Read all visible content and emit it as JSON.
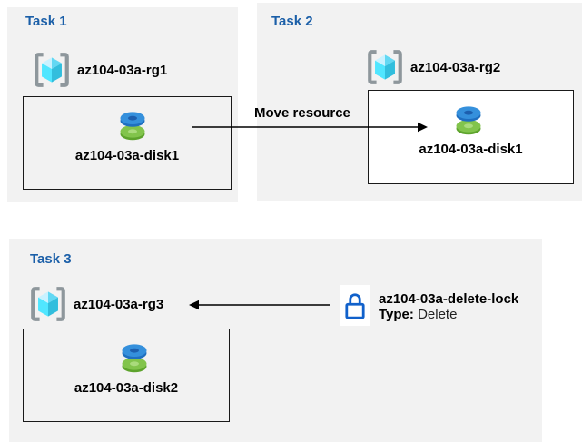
{
  "tasks": [
    {
      "title": "Task 1",
      "resource_group": {
        "name": "az104-03a-rg1",
        "icon": "resource-group-icon"
      },
      "resource": {
        "name": "az104-03a-disk1",
        "icon": "disk-icon"
      }
    },
    {
      "title": "Task 2",
      "resource_group": {
        "name": "az104-03a-rg2",
        "icon": "resource-group-icon"
      },
      "resource": {
        "name": "az104-03a-disk1",
        "icon": "disk-icon"
      }
    },
    {
      "title": "Task 3",
      "resource_group": {
        "name": "az104-03a-rg3",
        "icon": "resource-group-icon"
      },
      "resource": {
        "name": "az104-03a-disk2",
        "icon": "disk-icon"
      }
    }
  ],
  "annotations": {
    "move_arrow_label": "Move resource",
    "lock": {
      "name": "az104-03a-delete-lock",
      "type_label": "Type:",
      "type_value": "Delete",
      "icon": "lock-icon"
    }
  },
  "colors": {
    "panel_bg": "#f2f2f2",
    "task_title": "#1b5fa8",
    "lock_blue": "#1161cb",
    "box_border": "#1a1a1a",
    "arrow": "#000000"
  }
}
